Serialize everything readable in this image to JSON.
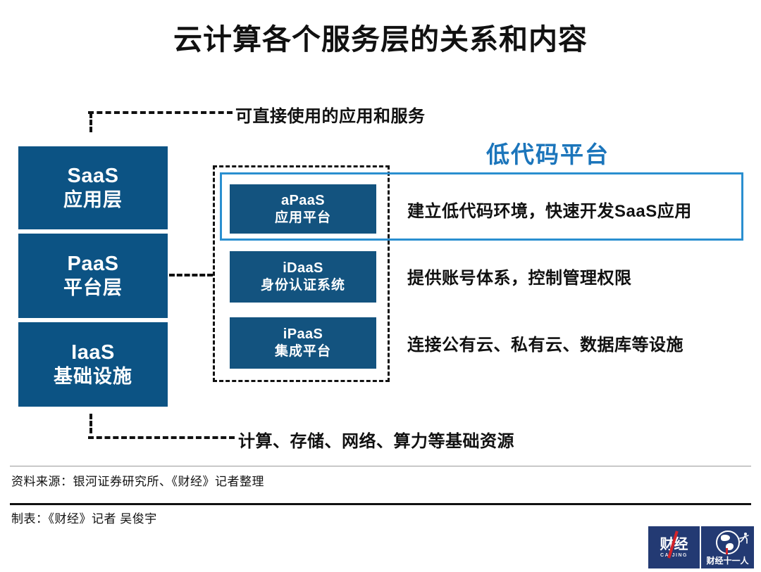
{
  "title": "云计算各个服务层的关系和内容",
  "annotations": {
    "top_note": "可直接使用的应用和服务",
    "bottom_note": "计算、存储、网络、算力等基础资源"
  },
  "lowcode": {
    "heading": "低代码平台",
    "accent_color": "#1b75bb"
  },
  "layers": [
    {
      "en": "SaaS",
      "cn": "应用层"
    },
    {
      "en": "PaaS",
      "cn": "平台层"
    },
    {
      "en": "IaaS",
      "cn": "基础设施"
    }
  ],
  "services": [
    {
      "en": "aPaaS",
      "cn": "应用平台",
      "desc": "建立低代码环境，快速开发SaaS应用"
    },
    {
      "en": "iDaaS",
      "cn": "身份认证系统",
      "desc": "提供账号体系，控制管理权限"
    },
    {
      "en": "iPaaS",
      "cn": "集成平台",
      "desc": "连接公有云、私有云、数据库等设施"
    }
  ],
  "footer": {
    "source": "资料来源：银河证券研究所、《财经》记者整理",
    "author": "制表：《财经》记者 吴俊宇"
  },
  "logos": {
    "caijing_cn": "财经",
    "caijing_en": "CAIJING",
    "shiyiren_cn": "财经十一人"
  },
  "colors": {
    "box_navy": "#0c5384",
    "service_navy": "#13537f",
    "logo_navy": "#233a73",
    "logo_red": "#d3232a"
  }
}
